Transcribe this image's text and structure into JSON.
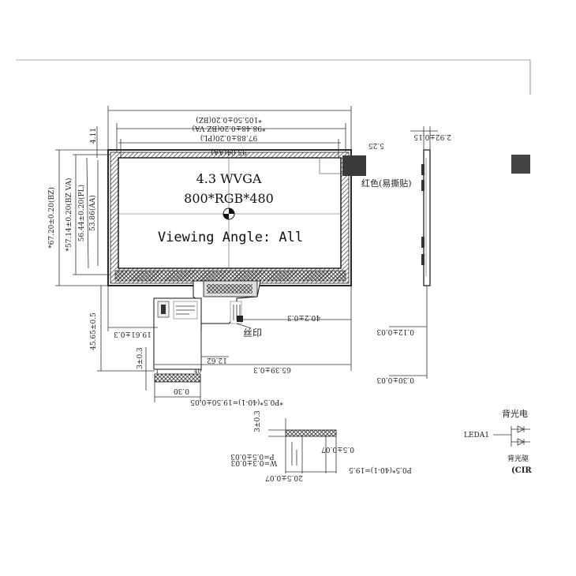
{
  "panel": {
    "line1": "4.3 WVGA",
    "line2": "800*RGB*480",
    "line3": "Viewing Angle: All"
  },
  "dimensions": {
    "outline_width": "*105.50±0.20(BZ)",
    "bz_va_width": "*98.48±0.20(BZ VA)",
    "pl_width": "97.88±0.20(PL)",
    "aa_width": "95.04(AA)",
    "top_offset": "4.11",
    "right_offset": "5.25",
    "outline_height": "*67.20±0.20(BZ)",
    "bz_va_height": "*57.14±0.20(BZ VA)",
    "pl_height": "56.44±0.20(PL)",
    "aa_height": "53.86(AA)",
    "fpc_left": "19.61±0.3",
    "fpc_to_right": "40.2±0.3",
    "fpc_length": "45.65±0.5",
    "fpc_tab": "3±0.3",
    "fpc_offset": "12.62",
    "fpc_total": "65.39±0.3",
    "pin_first": "1",
    "pin_last": "40",
    "pin_width": "0.30",
    "pitch_formula": "*P0.5*(40-1)=19.50±0.05",
    "side_thickness": "2.92±0.15",
    "side_a": "0.12±0.03",
    "side_b": "0.30±0.03",
    "detail_tab": "3±0.3",
    "detail_length": "0.5±0.07",
    "detail_p": "P=0.5±0.03",
    "detail_w": "W=0.3±0.03",
    "detail_total": "20.5±0.07",
    "detail_formula": "P0.5*(40-1)=19.5"
  },
  "labels": {
    "red_tab": "红色(易撕贴)",
    "silkscreen": "丝印",
    "backlight_title": "背光电",
    "leda": "LEDA1",
    "backlight_sub": "背光驱",
    "circuit": "(CIR"
  }
}
